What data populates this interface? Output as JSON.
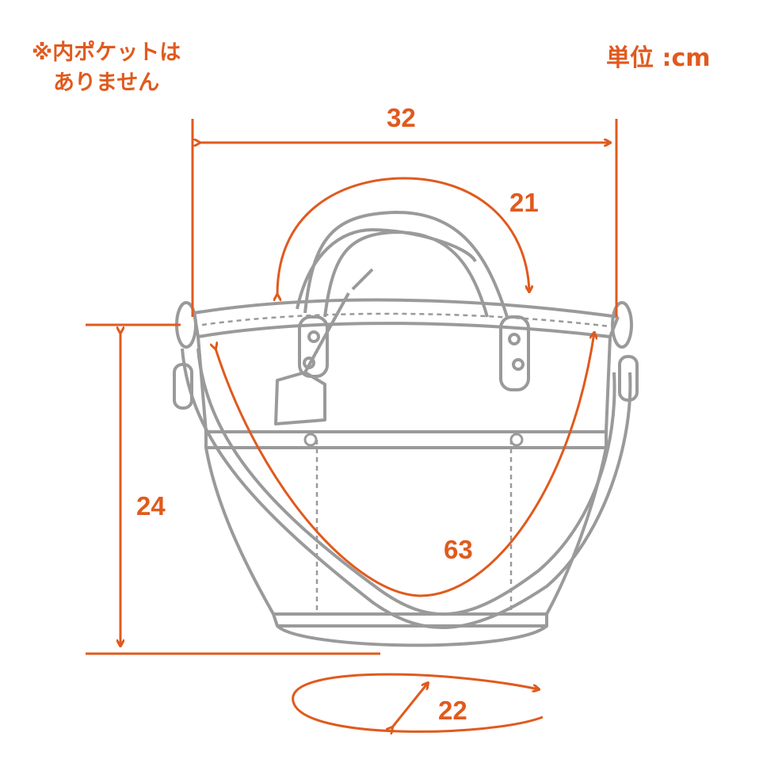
{
  "note": {
    "line1": "※内ポケットは",
    "line2": "ありません"
  },
  "unit": "単位 :cm",
  "dimensions": {
    "width": "32",
    "handle": "21",
    "height": "24",
    "strap": "63",
    "depth": "22"
  },
  "colors": {
    "accent": "#e05a1e",
    "outline": "#9a9a9a"
  }
}
